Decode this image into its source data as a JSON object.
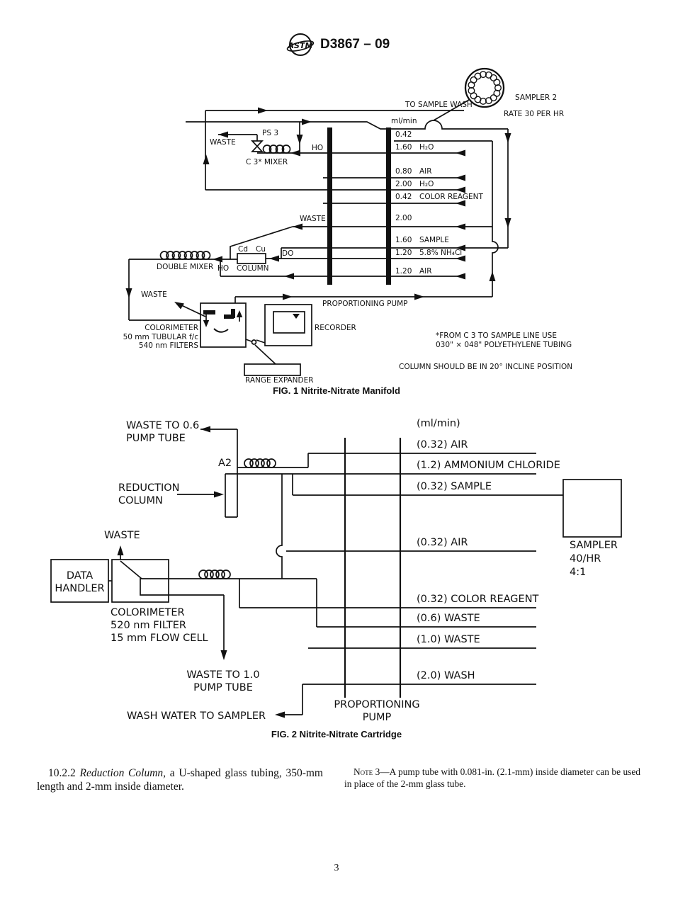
{
  "header": {
    "logo_text": "ASTM",
    "doc_code": "D3867 – 09"
  },
  "fig1": {
    "caption": "FIG. 1  Nitrite-Nitrate Manifold",
    "to_sample_wash": "TO SAMPLE WASH",
    "sampler_label": "SAMPLER 2",
    "rate_label": "RATE 30 PER HR",
    "ml_min": "ml/min",
    "waste_top": "WASTE",
    "ps3": "PS 3",
    "c3_mixer": "C 3* MIXER",
    "ho_top": "HO",
    "rows": [
      {
        "rate": "0.42",
        "name": ""
      },
      {
        "rate": "1.60",
        "name": "H₂O"
      },
      {
        "rate": "0.80",
        "name": "AIR"
      },
      {
        "rate": "2.00",
        "name": "H₂O"
      },
      {
        "rate": "0.42",
        "name": "COLOR REAGENT"
      },
      {
        "rate": "2.00",
        "name": ""
      },
      {
        "rate": "1.60",
        "name": "SAMPLE"
      },
      {
        "rate": "1.20",
        "name": "5.8% NH₄Cl"
      },
      {
        "rate": "1.20",
        "name": "AIR"
      }
    ],
    "waste_mid": "WASTE",
    "double_mixer": "DOUBLE MIXER",
    "cd": "Cd",
    "cu": "Cu",
    "column": "COLUMN",
    "ho_bottom": "HO",
    "do": "DO",
    "waste_left": "WASTE",
    "colorimeter": "COLORIMETER\n50 mm TUBULAR f/c\n540 nm FILTERS",
    "recorder": "RECORDER",
    "range_expander": "RANGE EXPANDER",
    "proportioning_pump": "PROPORTIONING PUMP",
    "note_tubing": "*FROM C 3 TO SAMPLE LINE USE\n030\" × 048\" POLYETHYLENE TUBING",
    "note_column": "COLUMN SHOULD BE IN 20° INCLINE POSITION"
  },
  "fig2": {
    "caption": "FIG. 2  Nitrite-Nitrate Cartridge",
    "ml_min": "(ml/min)",
    "rows": [
      "(0.32) AIR",
      "(1.2) AMMONIUM CHLORIDE",
      "(0.32) SAMPLE",
      "(0.32) AIR",
      "(0.32) COLOR REAGENT",
      "(0.6) WASTE",
      "(1.0) WASTE",
      "(2.0) WASH"
    ],
    "waste_to_06": "WASTE TO 0.6\nPUMP TUBE",
    "a2": "A2",
    "reduction_column": "REDUCTION\nCOLUMN",
    "waste": "WASTE",
    "data_handler": "DATA\nHANDLER",
    "colorimeter": "COLORIMETER\n520 nm FILTER\n15 mm FLOW CELL",
    "sampler": "SAMPLER\n40/HR\n4:1",
    "waste_to_10": "WASTE TO 1.0\nPUMP TUBE",
    "wash_water": "WASH WATER TO SAMPLER",
    "proportioning_pump": "PROPORTIONING\nPUMP"
  },
  "body": {
    "section_number": "10.2.2 ",
    "section_title": "Reduction Column,",
    "section_text": " a U-shaped glass tubing, 350-mm length and 2-mm inside diameter.",
    "note_label": "Note",
    "note_text": " 3—A pump tube with 0.081-in. (2.1-mm) inside diameter can be used in place of the 2-mm glass tube."
  },
  "page_number": "3"
}
